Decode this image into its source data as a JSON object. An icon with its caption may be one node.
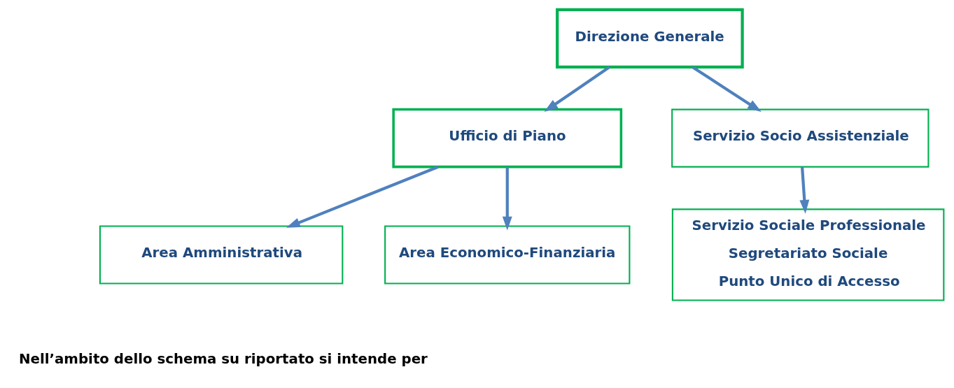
{
  "diagram": {
    "nodes": [
      {
        "text": [
          "Direzione Generale"
        ]
      },
      {
        "text": [
          "Ufficio di Piano"
        ]
      },
      {
        "text": [
          "Servizio Socio Assistenziale"
        ]
      },
      {
        "text": [
          "Area Amministrativa"
        ]
      },
      {
        "text": [
          "Area Economico-Finanziaria"
        ]
      },
      {
        "text": [
          "Servizio Sociale Professionale",
          "Segretariato Sociale",
          "Punto Unico di Accesso"
        ]
      }
    ],
    "edges": [
      {
        "from": 0,
        "to": 1,
        "arrow": "to"
      },
      {
        "from": 0,
        "to": 2,
        "arrow": "to"
      },
      {
        "from": 1,
        "to": 3,
        "arrow": "to"
      },
      {
        "from": 1,
        "to": 4,
        "arrow": "to"
      },
      {
        "from": 2,
        "to": 5,
        "arrow": "to"
      }
    ],
    "labels": [
      "Nell’ambito dello schema su riportato si intende per"
    ]
  }
}
